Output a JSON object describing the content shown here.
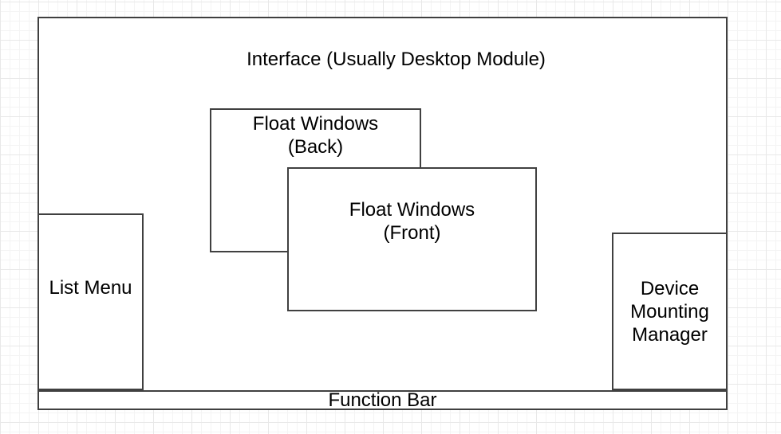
{
  "shapes": {
    "interface": {
      "label": "Interface (Usually Desktop Module)"
    },
    "float_window_back": {
      "label": "Float Windows\n(Back)"
    },
    "float_window_front": {
      "label": "Float Windows\n(Front)"
    },
    "list_menu": {
      "label": "List Menu"
    },
    "device_mounting_manager": {
      "label": "Device\nMounting\nManager"
    },
    "function_bar": {
      "label": "Function Bar"
    }
  },
  "colors": {
    "stroke": "#404040",
    "shape_fill": "#ffffff",
    "text": "#000000",
    "canvas_bg": "#ffffff",
    "grid_minor": "#f4f4f4",
    "grid_major": "#e8e8e8"
  }
}
